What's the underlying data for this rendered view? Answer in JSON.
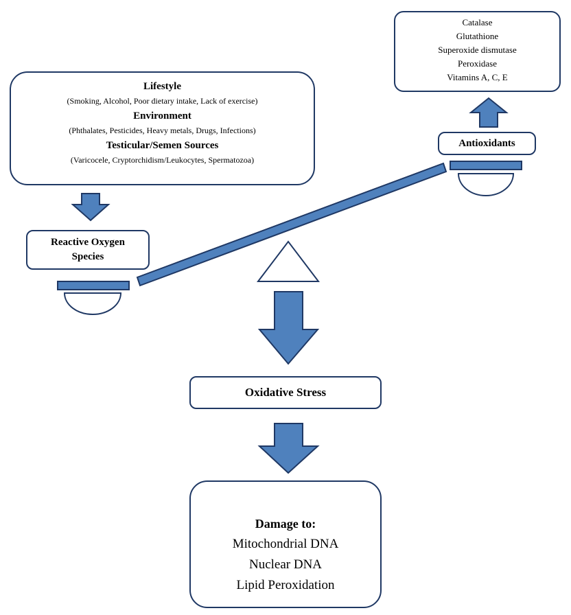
{
  "causes": {
    "lifestyle_title": "Lifestyle",
    "lifestyle_items": "(Smoking, Alcohol, Poor dietary intake, Lack of exercise)",
    "environment_title": "Environment",
    "environment_items": "(Phthalates, Pesticides, Heavy metals, Drugs, Infections)",
    "testicular_title": "Testicular/Semen Sources",
    "testicular_items": "(Varicocele, Cryptorchidism/Leukocytes, Spermatozoa)"
  },
  "antioxidant_list": [
    "Catalase",
    "Glutathione",
    "Superoxide dismutase",
    "Peroxidase",
    "Vitamins A, C, E"
  ],
  "ros_label_line1": "Reactive Oxygen",
  "ros_label_line2": "Species",
  "antioxidants_label": "Antioxidants",
  "oxidative_stress_label": "Oxidative Stress",
  "damage": {
    "title": "Damage to:",
    "items": [
      "Mitochondrial DNA",
      "Nuclear DNA",
      "Lipid Peroxidation"
    ]
  },
  "colors": {
    "accent_fill": "#4f81bd",
    "accent_stroke": "#1f3864",
    "box_border": "#1f3864"
  }
}
